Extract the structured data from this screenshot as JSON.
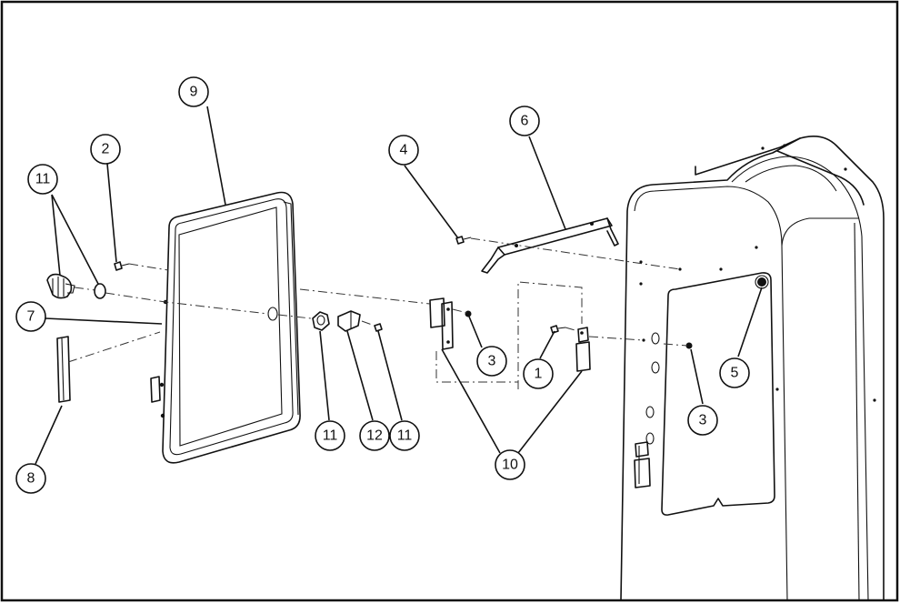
{
  "callouts": {
    "c1": "1",
    "c2": "2",
    "c3a": "3",
    "c3b": "3",
    "c4": "4",
    "c5": "5",
    "c6": "6",
    "c7": "7",
    "c8": "8",
    "c9": "9",
    "c10": "10",
    "c11a": "11",
    "c11b": "11",
    "c11c": "11",
    "c12": "12"
  }
}
